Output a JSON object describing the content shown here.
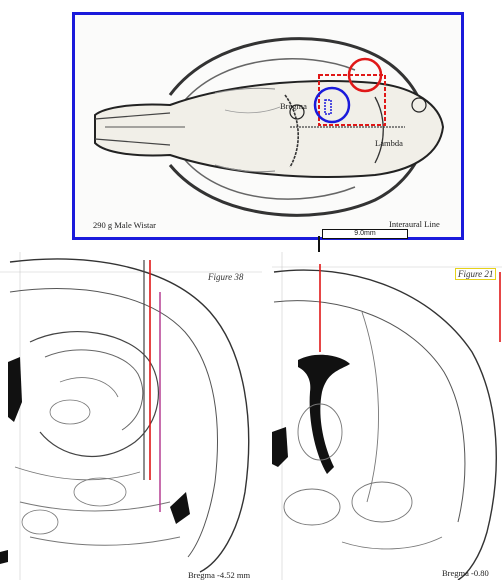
{
  "skull": {
    "bregma_label": "Bregma",
    "lambda_label": "Lambda",
    "rat_label": "290 g Male Wistar",
    "interaural_label": "Interaural Line",
    "colors": {
      "frame": "#1a1adb",
      "red_circle": "#e01818",
      "blue_circle": "#1a1adb",
      "dashed_box": "#e01818"
    }
  },
  "scale_bar": {
    "label": "9.0mm"
  },
  "left_section": {
    "figure_label": "Figure 38",
    "bregma_label": "Bregma -4.52 mm",
    "marker_colors": [
      "#e01818",
      "#b0308a"
    ]
  },
  "right_section": {
    "figure_label": "Figure 21",
    "bregma_label": "Bregma -0.80 mm",
    "marker_color": "#e01818",
    "label_box_color": "#e6d21a"
  }
}
